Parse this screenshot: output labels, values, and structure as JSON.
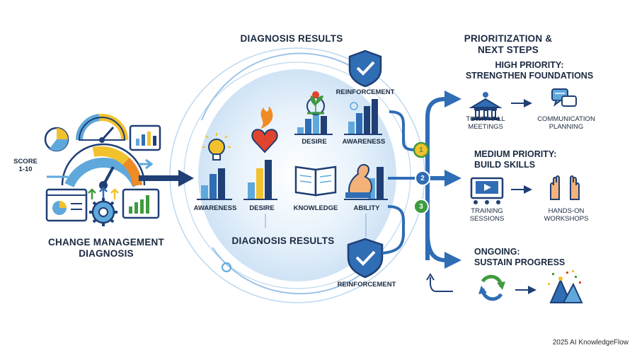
{
  "left": {
    "score_label": "SCORE\n1-10",
    "title_line1": "CHANGE MANAGEMENT",
    "title_line2": "DIAGNOSIS"
  },
  "center": {
    "top_title": "DIAGNOSIS RESULTS",
    "bottom_title": "DIAGNOSIS RESULTS",
    "reinforcement_top": "REINFORCEMENT",
    "reinforcement_bottom": "REINFORCEMENT",
    "upper_bars": [
      "DESIRE",
      "AWARENESS"
    ],
    "lower_bars": [
      "AWARENESS",
      "DESIRE",
      "KNOWLEDGE",
      "ABILITY"
    ]
  },
  "right": {
    "title_line1": "PRIORITIZATION &",
    "title_line2": "NEXT STEPS",
    "steps": [
      {
        "num": "1",
        "heading_line1": "HIGH PRIORITY:",
        "heading_line2": "STRENGTHEN FOUNDATIONS",
        "from_line1": "TOWN HALL",
        "from_line2": "MEETINGS",
        "to_line1": "COMMUNICATION",
        "to_line2": "PLANNING"
      },
      {
        "num": "2",
        "heading_line1": "MEDIUM PRIORITY:",
        "heading_line2": "BUILD SKILLS",
        "from_line1": "TRAINING",
        "from_line2": "SESSIONS",
        "to_line1": "HANDS-ON",
        "to_line2": "WORKSHOPS"
      },
      {
        "num": "3",
        "heading_line1": "ONGOING:",
        "heading_line2": "SUSTAIN PROGRESS"
      }
    ]
  },
  "credit": "2025 AI KnowledgeFlow",
  "colors": {
    "navy": "#1f3f75",
    "blue": "#2f6db5",
    "sky": "#5fa8dc",
    "green": "#3f9b3f",
    "yellow": "#f2c12e",
    "orange": "#ef8b24",
    "red": "#e0442c",
    "halo": "#dcebf8"
  },
  "icons": [
    "gauge-icon",
    "bar-chart-icon",
    "pie-chart-icon",
    "gear-icon",
    "lightbulb-icon",
    "heart-flame-icon",
    "book-icon",
    "muscle-arm-icon",
    "shield-check-icon",
    "town-hall-icon",
    "chat-bubbles-icon",
    "presentation-screen-icon",
    "raised-hands-icon",
    "refresh-cycle-icon",
    "celebration-icon"
  ]
}
